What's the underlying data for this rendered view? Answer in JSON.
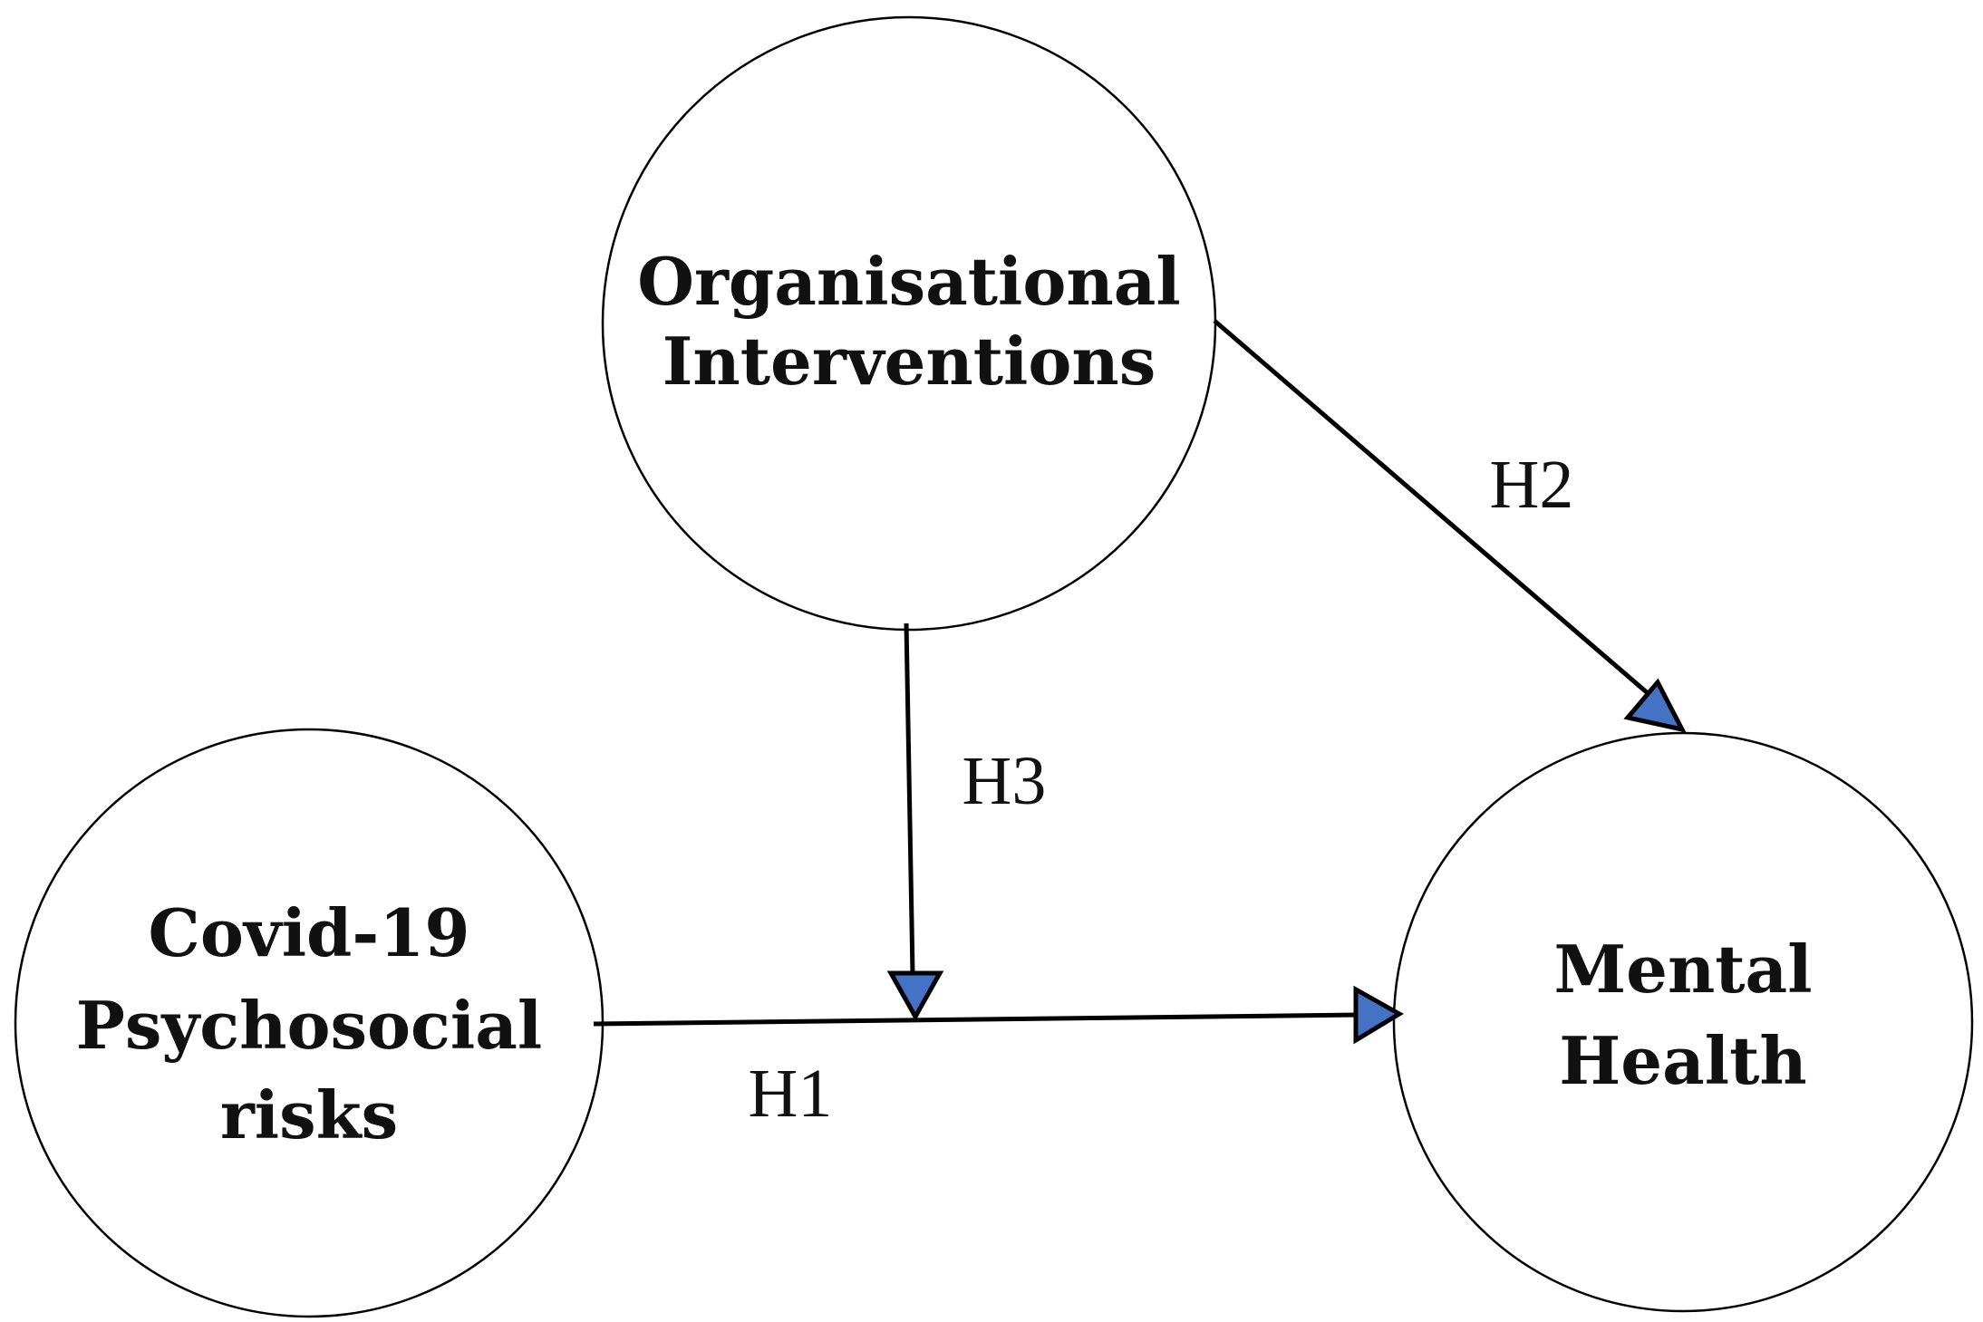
{
  "nodes": {
    "organisational": {
      "lines": [
        "Organisational",
        "Interventions"
      ]
    },
    "covid": {
      "lines": [
        "Covid-19",
        "Psychosocial",
        "risks"
      ]
    },
    "mental": {
      "lines": [
        "Mental",
        "Health"
      ]
    }
  },
  "edges": {
    "h1": {
      "label": "H1"
    },
    "h2": {
      "label": "H2"
    },
    "h3": {
      "label": "H3"
    }
  },
  "colors": {
    "arrow_fill": "#4472C4",
    "stroke": "#000000",
    "background": "#ffffff"
  }
}
